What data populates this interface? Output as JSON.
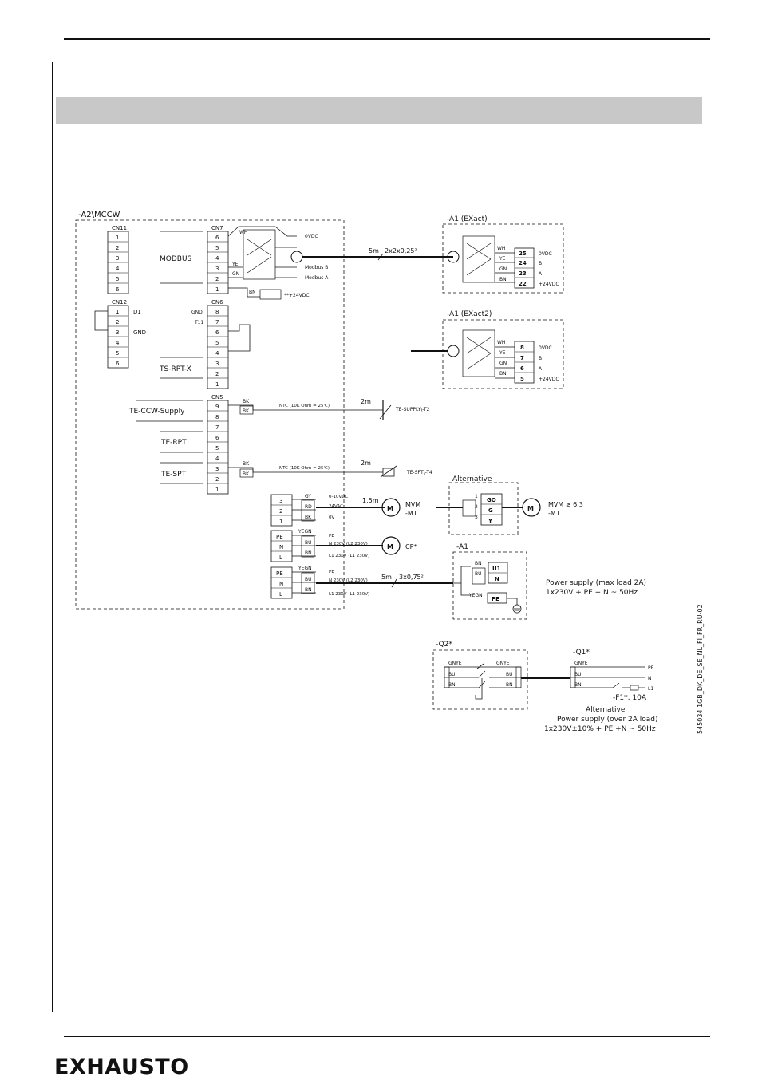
{
  "header": {
    "grey_band": ""
  },
  "footer": {
    "logo": "EXHAUSTO"
  },
  "diagram": {
    "a2_label": "-A2\\MCCW",
    "cn11": {
      "title": "CN11",
      "pins": [
        "1",
        "2",
        "3",
        "4",
        "5",
        "6"
      ]
    },
    "cn12": {
      "title": "CN12",
      "pins": [
        "1",
        "2",
        "3",
        "4",
        "5",
        "6"
      ],
      "d1": "D1",
      "gnd": "GND"
    },
    "cn7": {
      "title": "CN7",
      "pins": [
        "6",
        "5",
        "4",
        "3",
        "2",
        "1"
      ],
      "label": "MODBUS"
    },
    "cn6": {
      "title": "CN6",
      "pins": [
        "8",
        "7",
        "6",
        "5",
        "4",
        "3",
        "2",
        "1"
      ],
      "gnd": "GND",
      "t11": "T11",
      "label": "TS-RPT-X"
    },
    "cn5": {
      "title": "CN5",
      "pins": [
        "9",
        "8",
        "7",
        "6",
        "5",
        "4",
        "3",
        "2",
        "1"
      ],
      "supply": "TE-CCW-Supply",
      "rpt": "TE-RPT",
      "spt": "TE-SPT"
    },
    "modbus_wires": {
      "wh": "WH",
      "ye": "YE",
      "gn": "GN",
      "bn": "BN",
      "v0": "0VDC",
      "mb": "Modbus B",
      "ma": "Modbus A",
      "v24": "**+24VDC"
    },
    "cable_main": {
      "length": "5m",
      "spec": "2x2x0,25²"
    },
    "exact": {
      "title": "-A1 (EXact)",
      "colors": [
        "WH",
        "YE",
        "GN",
        "BN"
      ],
      "pins": [
        "25",
        "24",
        "23",
        "22"
      ],
      "signals": [
        "0VDC",
        "B",
        "A",
        "+24VDC"
      ]
    },
    "exact2": {
      "title": "-A1 (EXact2)",
      "colors": [
        "WH",
        "YE",
        "GN",
        "BN"
      ],
      "pins": [
        "8",
        "7",
        "6",
        "5"
      ],
      "signals": [
        "0VDC",
        "B",
        "A",
        "+24VDC"
      ]
    },
    "sensor_supply": {
      "bk": "BK",
      "ntc": "NTC (10K Ohm = 25'C)",
      "len": "2m",
      "name": "TE-SUPPLY\\-T2"
    },
    "sensor_spt": {
      "bk": "BK",
      "ntc": "NTC (10K Ohm = 25'C)",
      "len": "2m",
      "name": "TE-SPT\\-T4"
    },
    "mvm": {
      "pins": [
        "3",
        "2",
        "1"
      ],
      "colors": [
        "GY",
        "RD",
        "BK"
      ],
      "signals": [
        "0-10VDC",
        "24VAC",
        "0V"
      ],
      "len": "1,5m",
      "m": "M",
      "name1": "MVM",
      "name2": "-M1"
    },
    "alternative": {
      "title": "Alternative",
      "pins": [
        "1",
        "2",
        "3"
      ],
      "sigs": [
        "GO",
        "G",
        "Y"
      ],
      "m": "M",
      "name1": "MVM  ≥ 6,3",
      "name2": "-M1"
    },
    "cp": {
      "pins": [
        "PE",
        "N",
        "L"
      ],
      "colors": [
        "YEGN",
        "BU",
        "BN"
      ],
      "signals": [
        "PE",
        "N 230V (L2 230V)",
        "L1 230V (L1 230V)"
      ],
      "m": "M",
      "name": "CP*"
    },
    "power": {
      "pins": [
        "PE",
        "N",
        "L"
      ],
      "colors": [
        "YEGN",
        "BU",
        "BN"
      ],
      "signals": [
        "PE",
        "N 230V (L2 230V)",
        "L1 230V (L1 230V)"
      ],
      "len": "5m",
      "spec": "3x0,75²"
    },
    "a1_power": {
      "title": "-A1",
      "bn": "BN",
      "bu": "BU",
      "u1": "U1",
      "n": "N",
      "yegn": "YEGN",
      "pe": "PE"
    },
    "power_note": {
      "line1": "Power supply (max load 2A)",
      "line2": "1x230V + PE + N ~ 50Hz"
    },
    "q2": {
      "title": "-Q2*",
      "gnye1": "GNYE",
      "gnye2": "GNYE",
      "bu1": "BU",
      "bu2": "BU",
      "bn1": "BN",
      "bn2": "BN"
    },
    "q1": {
      "title": "-Q1*",
      "gnye": "GNYE",
      "bu": "BU",
      "bn": "BN",
      "pe": "PE",
      "n": "N",
      "l1": "L1",
      "fuse": "-F1*, 10A"
    },
    "alt_power": {
      "line1": "Alternative",
      "line2": "Power supply (over 2A load)",
      "line3": "1x230V±10% + PE +N ~ 50Hz"
    },
    "doc_id": "545034 1GB_DK_DE_SE_NL_FI_FR_RU-02"
  }
}
